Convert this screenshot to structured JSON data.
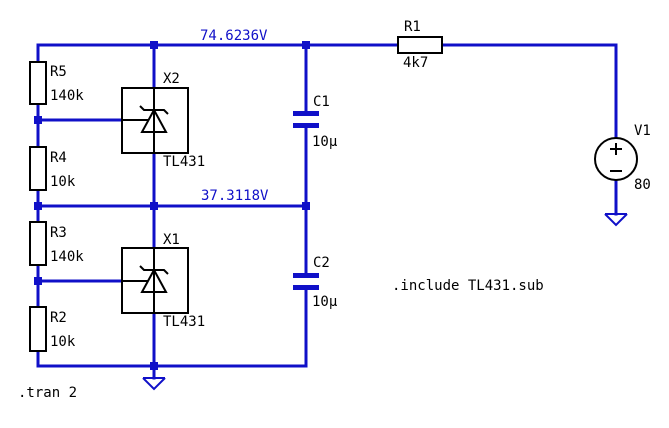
{
  "nodes": {
    "top_voltage": "74.6236V",
    "mid_voltage": "37.3118V"
  },
  "components": {
    "r1": {
      "name": "R1",
      "value": "4k7"
    },
    "r2": {
      "name": "R2",
      "value": "10k"
    },
    "r3": {
      "name": "R3",
      "value": "140k"
    },
    "r4": {
      "name": "R4",
      "value": "10k"
    },
    "r5": {
      "name": "R5",
      "value": "140k"
    },
    "c1": {
      "name": "C1",
      "value": "10µ"
    },
    "c2": {
      "name": "C2",
      "value": "10µ"
    },
    "x1": {
      "name": "X1",
      "value": "TL431"
    },
    "x2": {
      "name": "X2",
      "value": "TL431"
    },
    "v1": {
      "name": "V1",
      "value": "80"
    }
  },
  "directives": {
    "include": ".include TL431.sub",
    "tran": ".tran 2"
  },
  "colors": {
    "wire": "#1010c8",
    "component": "#000000",
    "background": "#ffffff"
  }
}
